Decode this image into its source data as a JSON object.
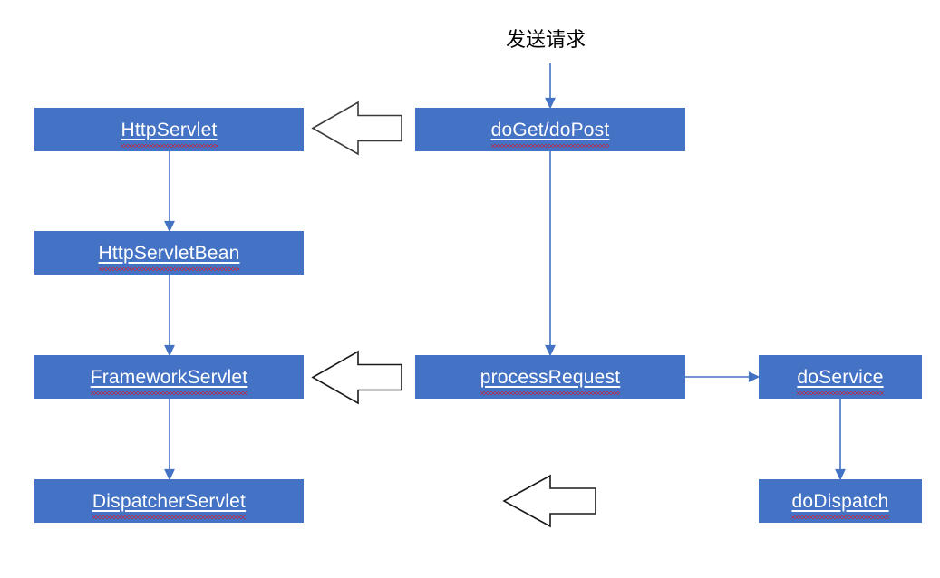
{
  "diagram": {
    "title": "Spring MVC request dispatch flow",
    "colors": {
      "node_fill": "#4472C4",
      "node_text": "#FFFFFF",
      "connector": "#4472C4",
      "block_arrow_stroke": "#000000",
      "block_arrow_fill": "#FFFFFF",
      "caption_text": "#000000",
      "spellcheck_underline": "#FF0000",
      "background": "#FFFFFF"
    },
    "captions": [
      {
        "id": "send-request",
        "text": "发送请求"
      }
    ],
    "nodes": [
      {
        "id": "http-servlet",
        "label": "HttpServlet",
        "column": "left",
        "row": 1
      },
      {
        "id": "http-servlet-bean",
        "label": "HttpServletBean",
        "column": "left",
        "row": 2
      },
      {
        "id": "framework-servlet",
        "label": "FrameworkServlet",
        "column": "left",
        "row": 3
      },
      {
        "id": "dispatcher-servlet",
        "label": "DispatcherServlet",
        "column": "left",
        "row": 4
      },
      {
        "id": "do-get-do-post",
        "label": "doGet/doPost",
        "column": "middle",
        "row": 1
      },
      {
        "id": "process-request",
        "label": "processRequest",
        "column": "middle",
        "row": 3
      },
      {
        "id": "do-service",
        "label": "doService",
        "column": "right",
        "row": 3
      },
      {
        "id": "do-dispatch",
        "label": "doDispatch",
        "column": "right",
        "row": 4
      }
    ],
    "connectors": [
      {
        "id": "send-request-to-doget",
        "from": "send-request",
        "to": "do-get-do-post",
        "kind": "thin-arrow",
        "direction": "down"
      },
      {
        "id": "httpservlet-to-bean",
        "from": "http-servlet",
        "to": "http-servlet-bean",
        "kind": "thin-arrow",
        "direction": "down"
      },
      {
        "id": "bean-to-frameworkservlet",
        "from": "http-servlet-bean",
        "to": "framework-servlet",
        "kind": "thin-arrow",
        "direction": "down"
      },
      {
        "id": "frameworkservlet-to-dispatcher",
        "from": "framework-servlet",
        "to": "dispatcher-servlet",
        "kind": "thin-arrow",
        "direction": "down"
      },
      {
        "id": "doget-to-processrequest",
        "from": "do-get-do-post",
        "to": "process-request",
        "kind": "thin-arrow",
        "direction": "down"
      },
      {
        "id": "processrequest-to-doservice",
        "from": "process-request",
        "to": "do-service",
        "kind": "thin-arrow",
        "direction": "right"
      },
      {
        "id": "doservice-to-dodispatch",
        "from": "do-service",
        "to": "do-dispatch",
        "kind": "thin-arrow",
        "direction": "down"
      },
      {
        "id": "doget-to-httpservlet",
        "from": "do-get-do-post",
        "to": "http-servlet",
        "kind": "block-arrow",
        "direction": "left"
      },
      {
        "id": "processrequest-to-frameworkservlet",
        "from": "process-request",
        "to": "framework-servlet",
        "kind": "block-arrow",
        "direction": "left"
      },
      {
        "id": "dodispatch-to-dispatcherservlet",
        "from": "do-dispatch",
        "to": "dispatcher-servlet",
        "kind": "block-arrow",
        "direction": "left"
      }
    ]
  }
}
